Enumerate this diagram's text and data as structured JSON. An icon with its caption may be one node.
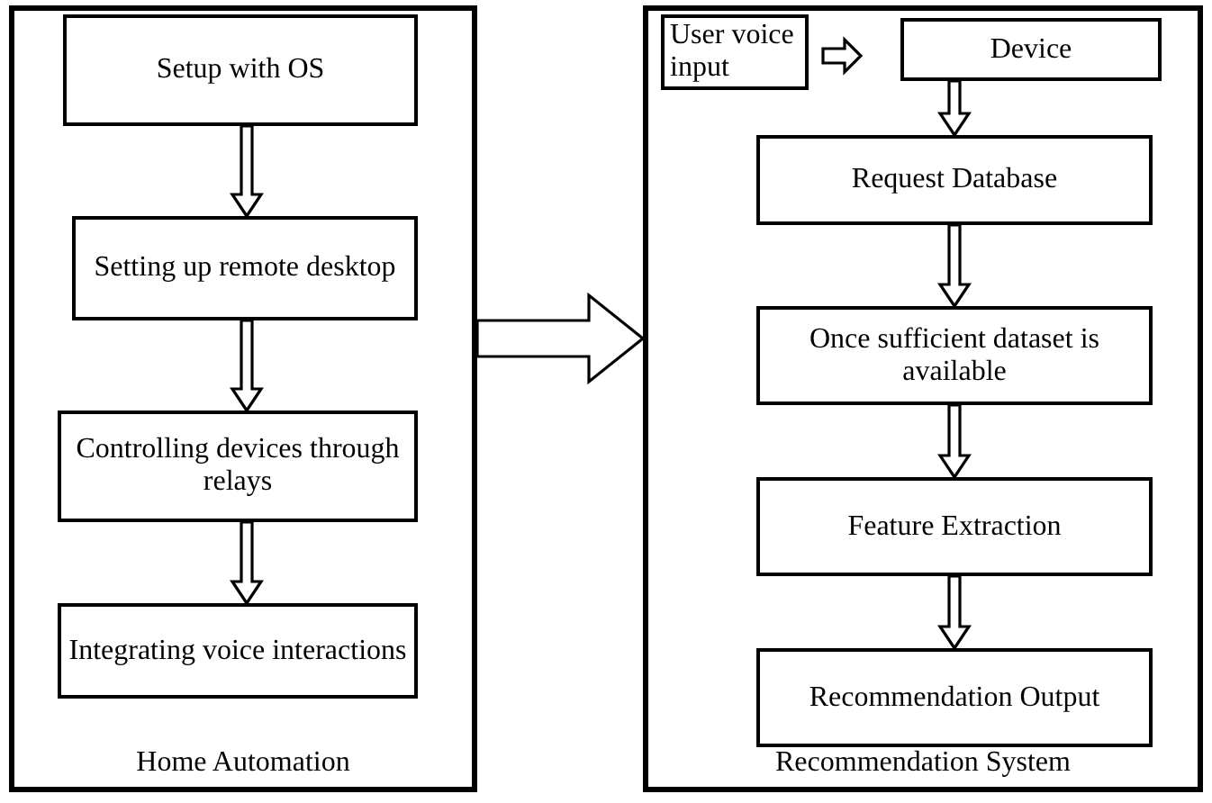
{
  "diagram": {
    "nodes": [
      {
        "text": [
          "Home Automation"
        ]
      },
      {
        "text": [
          "Setup with OS"
        ],
        "in": 0
      },
      {
        "text": [
          "Setting up remote desktop"
        ],
        "in": 0
      },
      {
        "text": [
          "Controlling devices through relays"
        ],
        "in": 0
      },
      {
        "text": [
          "Integrating voice interactions"
        ],
        "in": 0
      },
      {
        "text": [
          "Recommendation System"
        ]
      },
      {
        "text": [
          "User voice input"
        ],
        "in": 5
      },
      {
        "text": [
          "Device"
        ],
        "in": 5
      },
      {
        "text": [
          "Request Database"
        ],
        "in": 5
      },
      {
        "text": [
          "Once sufficient dataset is available"
        ],
        "in": 5
      },
      {
        "text": [
          "Feature Extraction"
        ],
        "in": 5
      },
      {
        "text": [
          "Recommendation Output"
        ],
        "in": 5
      }
    ],
    "edges": [
      {
        "from": 1,
        "to": 2,
        "arrow": "to"
      },
      {
        "from": 2,
        "to": 3,
        "arrow": "to"
      },
      {
        "from": 3,
        "to": 4,
        "arrow": "to"
      },
      {
        "from": 0,
        "to": 5,
        "arrow": "to"
      },
      {
        "from": 6,
        "to": 7,
        "arrow": "to"
      },
      {
        "from": 7,
        "to": 8,
        "arrow": "to"
      },
      {
        "from": 8,
        "to": 9,
        "arrow": "to"
      },
      {
        "from": 9,
        "to": 10,
        "arrow": "to"
      },
      {
        "from": 10,
        "to": 11,
        "arrow": "to"
      }
    ]
  }
}
